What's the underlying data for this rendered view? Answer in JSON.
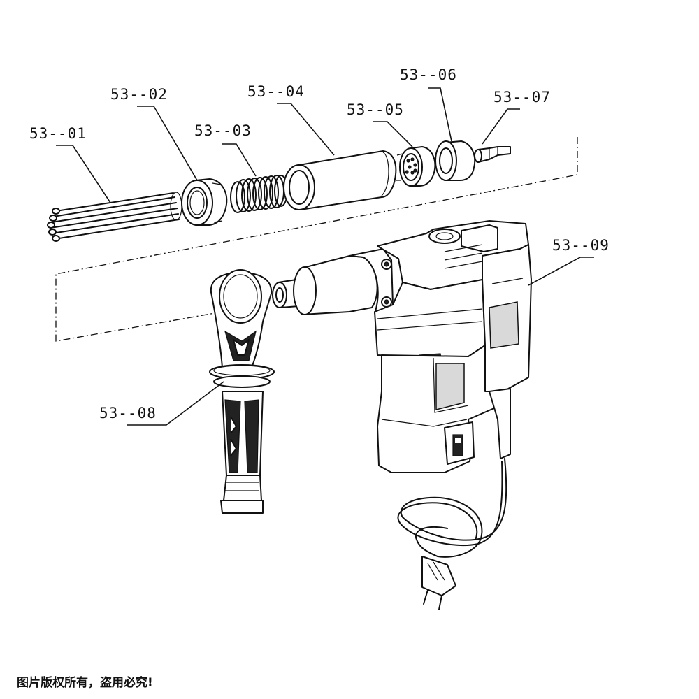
{
  "parts": [
    {
      "id": "53--01",
      "part": "chisel-bundle"
    },
    {
      "id": "53--02",
      "part": "retaining-ring"
    },
    {
      "id": "53--03",
      "part": "coil-spring"
    },
    {
      "id": "53--04",
      "part": "barrel-sleeve"
    },
    {
      "id": "53--05",
      "part": "nose-adapter"
    },
    {
      "id": "53--06",
      "part": "collar"
    },
    {
      "id": "53--07",
      "part": "piston-shank"
    },
    {
      "id": "53--08",
      "part": "side-handle"
    },
    {
      "id": "53--09",
      "part": "hammer-body"
    }
  ],
  "footer": {
    "copyright": "图片版权所有，盗用必究!"
  }
}
